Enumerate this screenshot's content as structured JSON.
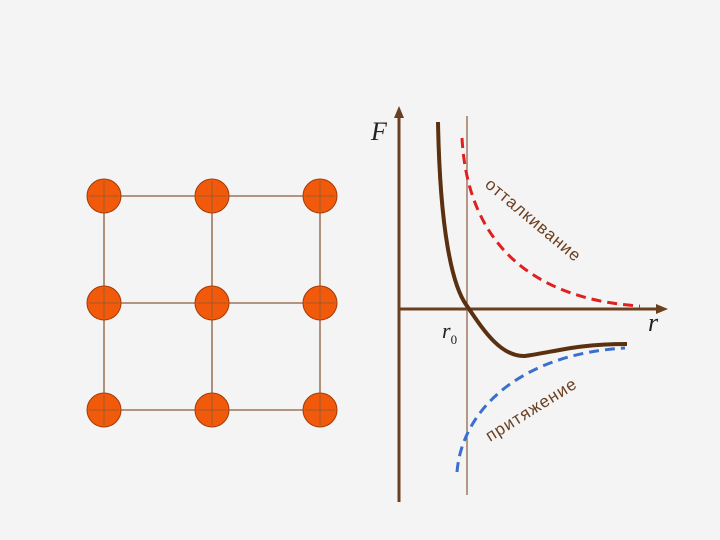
{
  "colors": {
    "background": "#f4f4f4",
    "atom_fill": "#f05a0a",
    "atom_stroke": "#a33a08",
    "lattice_line": "#8a5a3a",
    "axis": "#6b4020",
    "force_curve": "#5a3010",
    "repulsion_curve": "#e02020",
    "attraction_curve": "#3a6fd0"
  },
  "lattice": {
    "rows": 3,
    "cols": 3
  },
  "graph": {
    "y_axis_label": "F",
    "x_axis_label": "r",
    "r0_main": "r",
    "r0_sub": "0",
    "repulsion_label": "отталкивание",
    "attraction_label": "притяжение"
  }
}
